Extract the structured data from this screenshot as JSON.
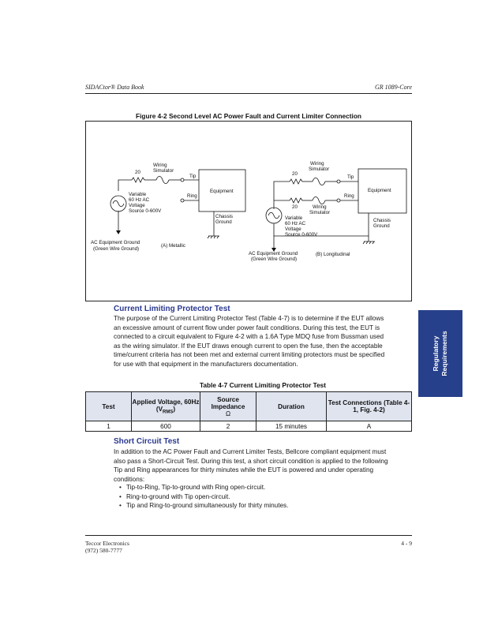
{
  "header": {
    "left": "SIDACtor® Data Book",
    "right": "GR 1089-Core"
  },
  "figure": {
    "title": "Figure 4-2   Second Level AC Power Fault and Current Limiter Connection",
    "a": {
      "resistor": "20",
      "wiring_sim": [
        "Wiring",
        "Simulator"
      ],
      "tip": "Tip",
      "ring": "Ring",
      "equipment": "Equipment",
      "source": [
        "Variable",
        "60 Hz AC",
        "Voltage",
        "Source 0-600V"
      ],
      "chassis": [
        "Chassis",
        "Ground"
      ],
      "ground": [
        "AC Equipment Ground",
        "(Green Wire Ground)"
      ],
      "caption": "(A) Metallic"
    },
    "b": {
      "resistor_top": "20",
      "resistor_bottom": "20",
      "wiring_sim_top": [
        "Wiring",
        "Simulator"
      ],
      "wiring_sim_bottom": [
        "Wiring",
        "Simulator"
      ],
      "tip": "Tip",
      "ring": "Ring",
      "equipment": "Equipment",
      "source": [
        "Variable",
        "60 Hz AC",
        "Voltage",
        "Source 0-600V"
      ],
      "chassis": [
        "Chassis",
        "Ground"
      ],
      "ground": [
        "AC Equipment Ground",
        "(Green Wire Ground)"
      ],
      "caption": "(B) Longitudinal"
    }
  },
  "side_tab": {
    "line1": "Regulatory",
    "line2": "Requirements"
  },
  "section1": {
    "heading": "Current Limiting Protector Test",
    "paragraph": "The purpose of the Current Limiting Protector Test (Table 4-7) is to determine if the EUT allows an excessive amount of current flow under power fault conditions. During this test, the EUT is connected to a circuit equivalent to Figure 4-2 with a 1.6A Type MDQ fuse from Bussman used as the wiring simulator. If the EUT draws enough current to open the fuse, then the acceptable time/current criteria has not been met and external current limiting protectors must be specified for use with that equipment in the manufacturers documentation."
  },
  "table": {
    "title": "Table 4-7  Current Limiting Protector Test",
    "col_test": "Test",
    "col_voltage": "Applied Voltage, 60Hz",
    "col_voltage_unit": "(V",
    "col_voltage_sub": "RMS",
    "col_voltage_close": ")",
    "col_impedance": "Source Impedance",
    "col_impedance_unit": "Ω",
    "col_duration": "Duration",
    "col_connections": "Test Connections (Table 4-1, Fig. 4-2)",
    "rows": [
      {
        "test": "1",
        "voltage": "600",
        "impedance": "2",
        "duration": "15 minutes",
        "connections": "A"
      }
    ]
  },
  "section2": {
    "heading": "Short Circuit Test",
    "paragraph": "In addition to the AC Power Fault and Current Limiter Tests, Bellcore compliant equipment must also pass a Short-Circuit Test. During this test, a short circuit condition is applied to the following Tip and Ring appearances for thirty minutes while the EUT is powered and under operating conditions:",
    "bullets": [
      "Tip-to-Ring, Tip-to-ground with Ring open-circuit.",
      "Ring-to-ground with Tip open-circuit.",
      "Tip and Ring-to-ground simultaneously for thirty minutes."
    ]
  },
  "footer": {
    "company": "Teccor Electronics",
    "phone": "(972) 580-7777",
    "page": "4 - 9"
  }
}
